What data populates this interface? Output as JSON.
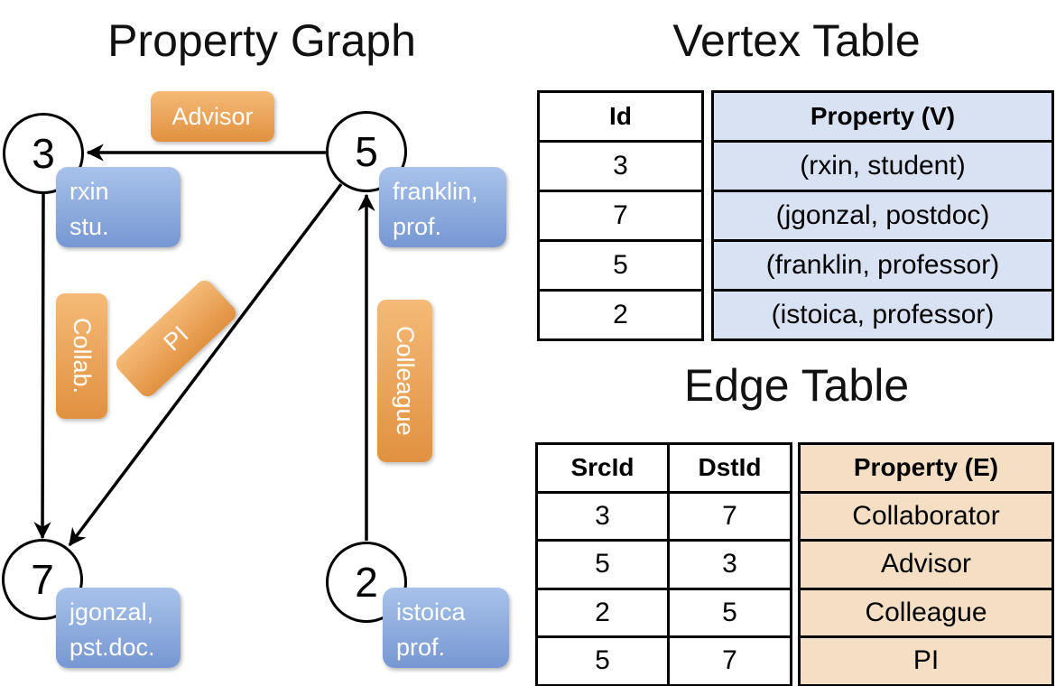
{
  "titles": {
    "graph": "Property Graph",
    "vertex_table": "Vertex Table",
    "edge_table": "Edge Table"
  },
  "graph": {
    "nodes": [
      {
        "id": "3",
        "property_lines": [
          "rxin",
          "stu."
        ]
      },
      {
        "id": "5",
        "property_lines": [
          "franklin,",
          "prof."
        ]
      },
      {
        "id": "7",
        "property_lines": [
          "jgonzal,",
          "pst.doc."
        ]
      },
      {
        "id": "2",
        "property_lines": [
          "istoica",
          "prof."
        ]
      }
    ],
    "edge_labels": {
      "advisor": "Advisor",
      "collab": "Collab.",
      "pi": "PI",
      "colleague": "Colleague"
    },
    "edges": [
      {
        "src": "5",
        "dst": "3",
        "label": "Advisor"
      },
      {
        "src": "3",
        "dst": "7",
        "label": "Collab."
      },
      {
        "src": "5",
        "dst": "7",
        "label": "PI"
      },
      {
        "src": "2",
        "dst": "5",
        "label": "Colleague"
      }
    ]
  },
  "vertex_table": {
    "headers": {
      "id": "Id",
      "property": "Property (V)"
    },
    "rows": [
      {
        "id": "3",
        "property": "(rxin, student)"
      },
      {
        "id": "7",
        "property": "(jgonzal, postdoc)"
      },
      {
        "id": "5",
        "property": "(franklin, professor)"
      },
      {
        "id": "2",
        "property": "(istoica, professor)"
      }
    ]
  },
  "edge_table": {
    "headers": {
      "src": "SrcId",
      "dst": "DstId",
      "property": "Property (E)"
    },
    "rows": [
      {
        "src": "3",
        "dst": "7",
        "property": "Collaborator"
      },
      {
        "src": "5",
        "dst": "3",
        "property": "Advisor"
      },
      {
        "src": "2",
        "dst": "5",
        "property": "Colleague"
      },
      {
        "src": "5",
        "dst": "7",
        "property": "PI"
      }
    ]
  },
  "colors": {
    "edge_label_orange_top": "#F4BA77",
    "edge_label_orange_bottom": "#E19140",
    "vertex_prop_blue_top": "#A8C2EA",
    "vertex_prop_blue_bottom": "#7697D2",
    "vertex_cell_bg": "#D9E2F2",
    "edge_cell_bg": "#F5DFC4",
    "line_color": "#000000"
  }
}
